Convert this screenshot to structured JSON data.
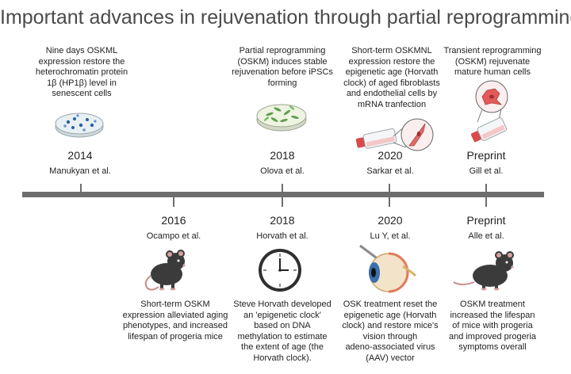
{
  "title": "Important advances in rejuvenation through partial reprogramming",
  "top_events": [
    {
      "year": "2014",
      "authors": "Manukyan et al.",
      "lines": [
        "Nine days OSKML",
        "expression restore the",
        "heterochromatin protein",
        "1β (HP1β) level in",
        "senescent cells"
      ],
      "illustration": "petri-dish-blue-cells-icon"
    },
    {
      "year": "2018",
      "authors": "Olova et al.",
      "lines": [
        "Partial reprogramming",
        "(OSKM) induces stable",
        "rejuvenation before iPSCs",
        "forming"
      ],
      "illustration": "petri-dish-green-cells-icon"
    },
    {
      "year": "2020",
      "authors": "Sarkar et al.",
      "lines": [
        "Short-term OSKMNL",
        "expression restore the",
        "epigenetic age (Horvath",
        "clock) of aged fibroblasts",
        "and endothelial cells by",
        "mRNA tranfection"
      ],
      "illustration": "culture-flask-fibroblast-icon"
    },
    {
      "year": "Preprint",
      "authors": "Gill et al.",
      "lines": [
        "Transient reprogramming",
        "(OSKM) rejuvenate",
        "mature human cells"
      ],
      "illustration": "culture-flask-cell-icon"
    }
  ],
  "bottom_events": [
    {
      "year": "2016",
      "authors": "Ocampo et al.",
      "lines": [
        "Short-term OSKM",
        "expression alleviated aging",
        "phenotypes, and increased",
        "lifespan of progeria mice"
      ],
      "illustration": "mouse-icon"
    },
    {
      "year": "2018",
      "authors": "Horvath et al.",
      "lines": [
        "Steve Horvath developed",
        "an 'epigenetic clock'",
        "based on DNA",
        "methylation to estimate",
        "the extent of age (the",
        "Horvath clock)."
      ],
      "illustration": "clock-icon"
    },
    {
      "year": "2020",
      "authors": "Lu Y, et al.",
      "lines": [
        "OSK treatment reset the",
        "epigenetic age (Horvath",
        "clock) and restore mice's",
        "vision through",
        "adeno-associated virus",
        "(AAV) vector"
      ],
      "illustration": "eye-injection-icon"
    },
    {
      "year": "Preprint",
      "authors": "Alle et al.",
      "lines": [
        "OSKM treatment",
        "increased the lifespan",
        "of mice with progeria",
        "and improved progeria",
        "symptoms overall"
      ],
      "illustration": "old-mouse-icon"
    }
  ],
  "colors": {
    "timeline": "#6d6d6d",
    "title": "#4a4a4a",
    "blue_cells": "#2b5fa8",
    "green_cells": "#5aa04a",
    "red_cells": "#e25a5a",
    "mouse": "#3b3b3b"
  }
}
